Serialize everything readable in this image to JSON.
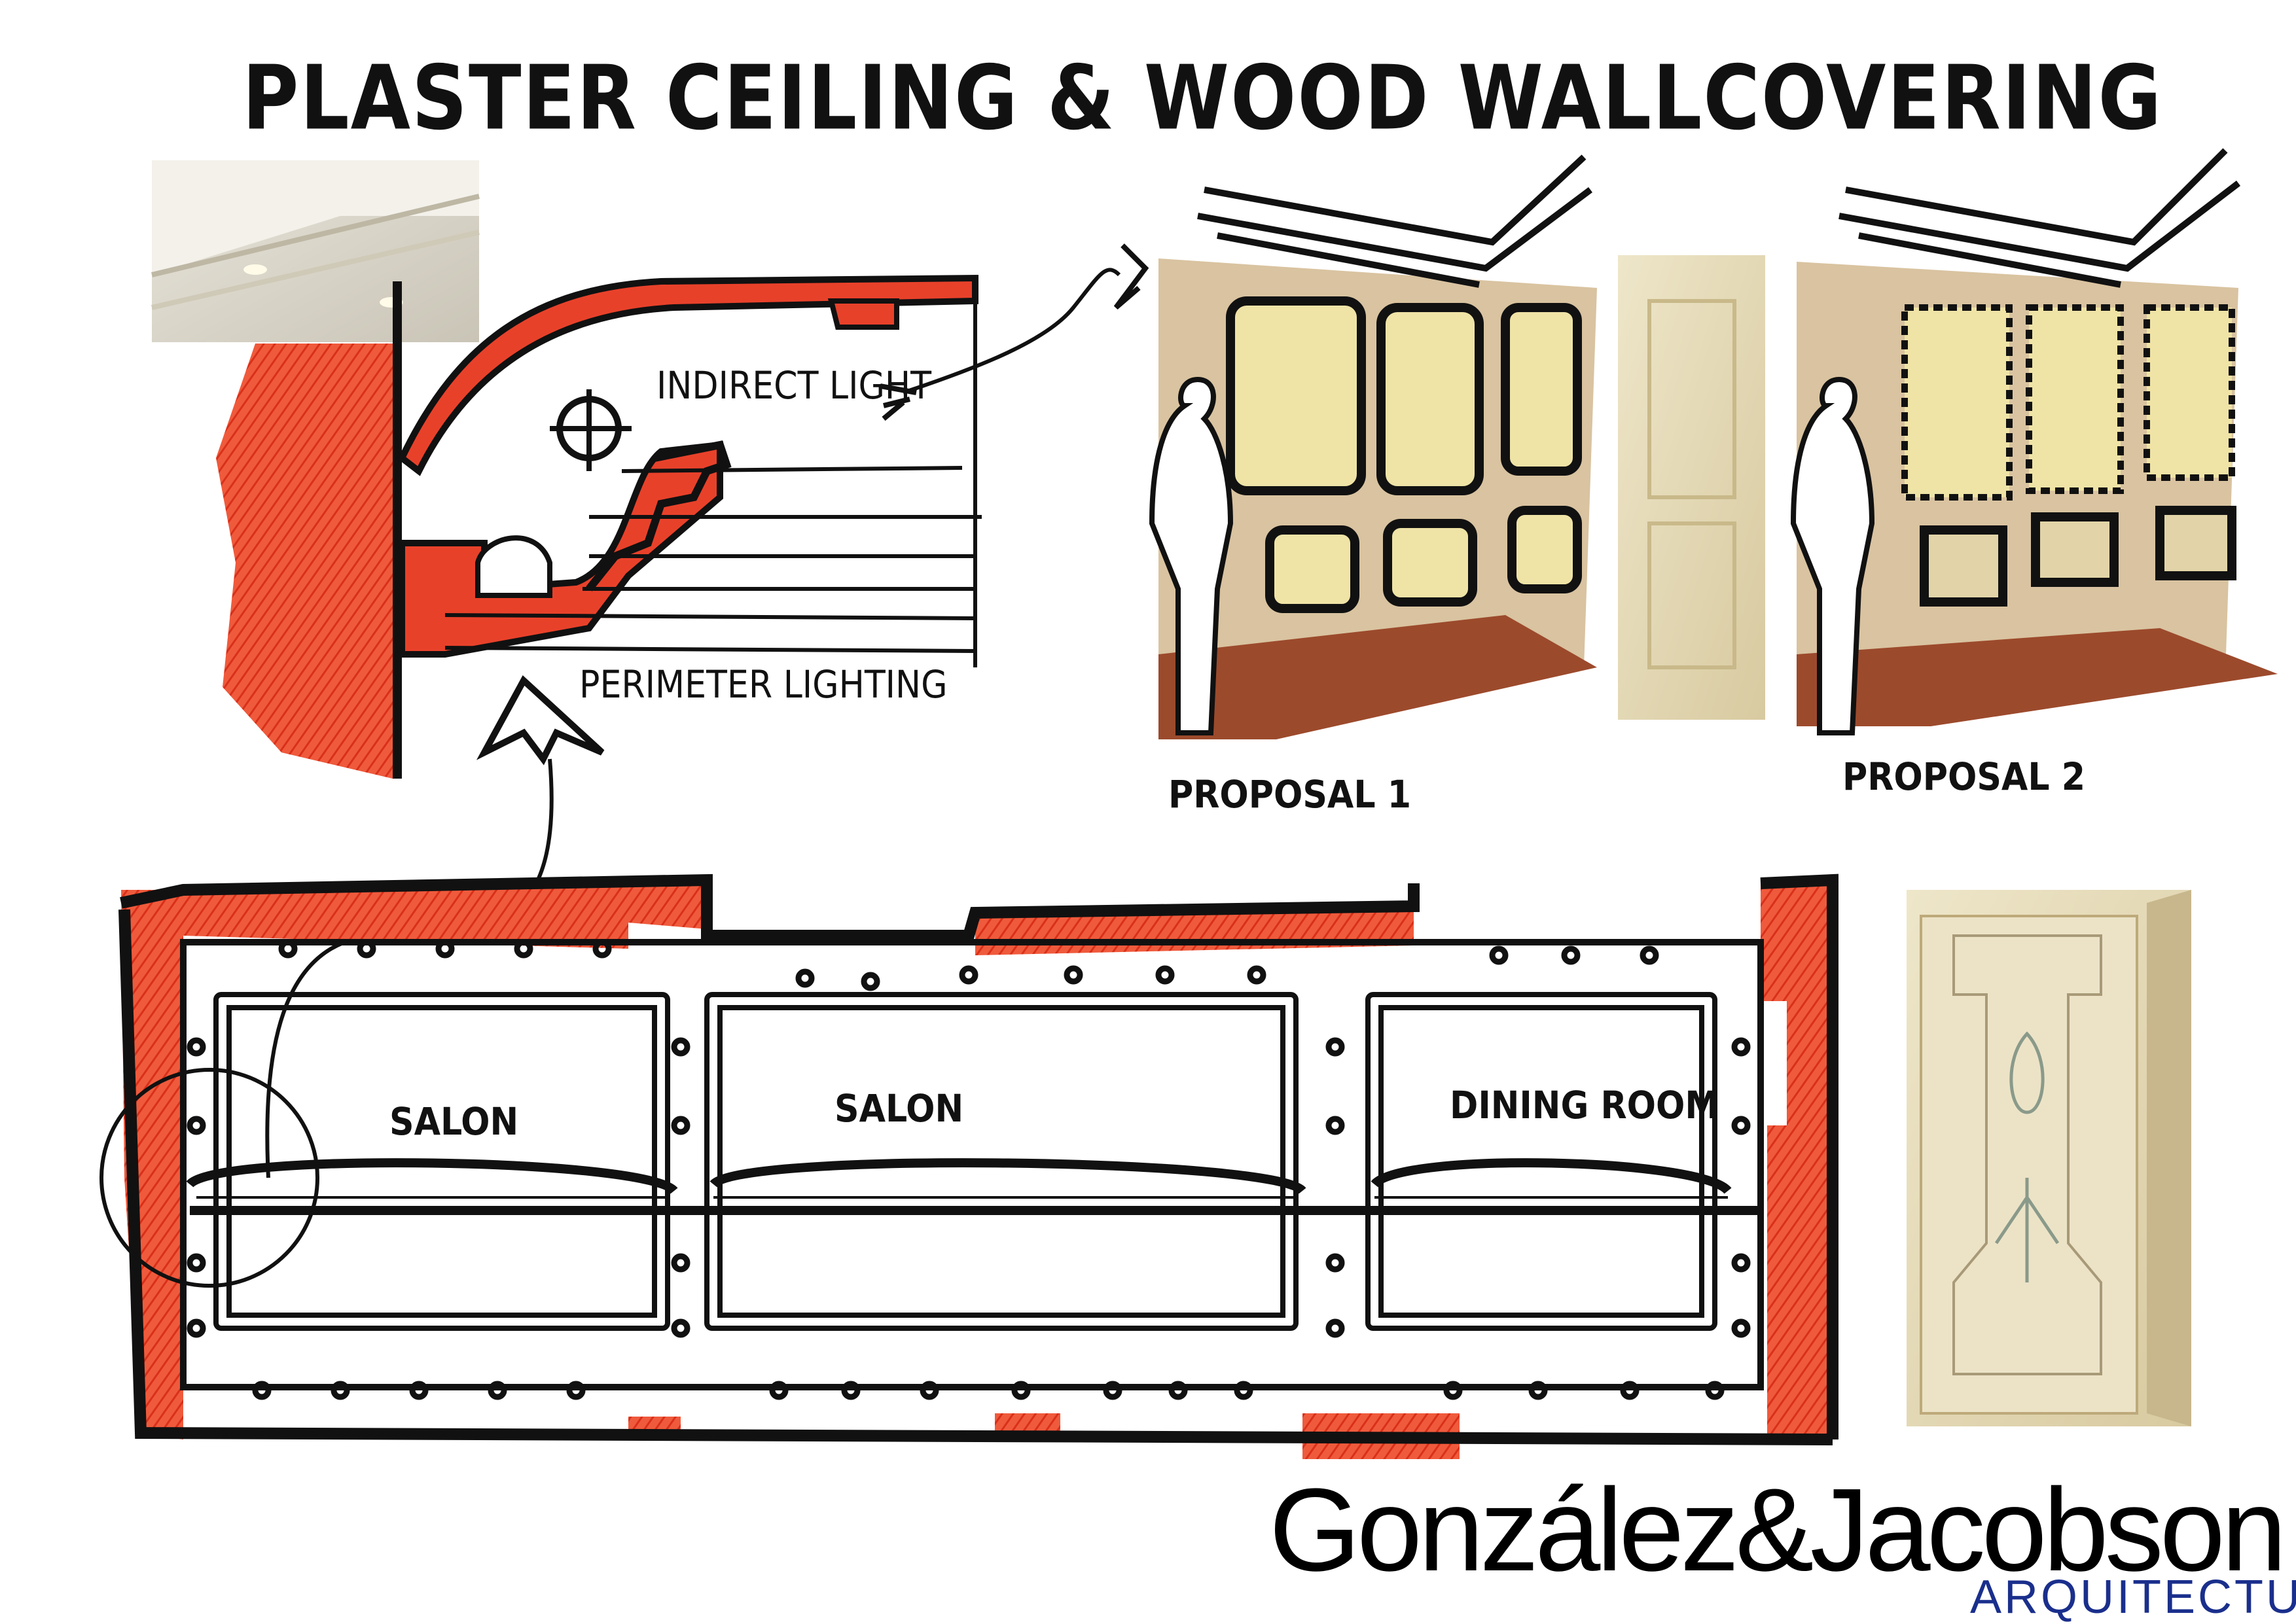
{
  "title": "PLASTER CEILING & WOOD WALLCOVERING",
  "section_labels": {
    "indirect_light": "INDIRECT LIGHT",
    "perimeter_lighting": "PERIMETER LIGHTING"
  },
  "proposals": {
    "p1": "PROPOSAL 1",
    "p2": "PROPOSAL 2"
  },
  "rooms": [
    "SALON",
    "SALON",
    "DINING ROOM"
  ],
  "logo": {
    "name": "González&Jacobson",
    "sub": "ARQUITECTURA"
  },
  "colors": {
    "red": "#e8412a",
    "ink": "#111111",
    "panel": "#efe3a6",
    "wall": "#d9c3a0",
    "floor": "#9c4a2c",
    "brand_blue": "#1a2f8c"
  }
}
